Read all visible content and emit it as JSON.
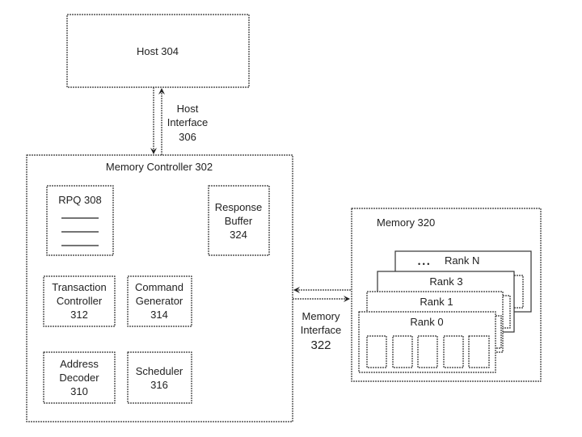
{
  "host": {
    "label": "Host 304"
  },
  "host_interface": {
    "lines": [
      "Host",
      "Interface",
      "306"
    ]
  },
  "memory_controller": {
    "label": "Memory Controller 302",
    "rpq": {
      "label": "RPQ 308",
      "entries": 3
    },
    "response_buffer": {
      "lines": [
        "Response",
        "Buffer",
        "324"
      ]
    },
    "transaction_controller": {
      "lines": [
        "Transaction",
        "Controller",
        "312"
      ]
    },
    "command_generator": {
      "lines": [
        "Command",
        "Generator",
        "314"
      ]
    },
    "address_decoder": {
      "lines": [
        "Address",
        "Decoder",
        "310"
      ]
    },
    "scheduler": {
      "lines": [
        "Scheduler",
        "316"
      ]
    }
  },
  "memory_interface": {
    "lines": [
      "Memory",
      "Interface",
      "322"
    ]
  },
  "memory": {
    "label": "Memory 320",
    "ranks": [
      {
        "label": "Rank N",
        "ellipsis": "• • •"
      },
      {
        "label": "Rank 3"
      },
      {
        "label": "Rank 1"
      },
      {
        "label": "Rank 0",
        "chips": 5
      }
    ]
  }
}
